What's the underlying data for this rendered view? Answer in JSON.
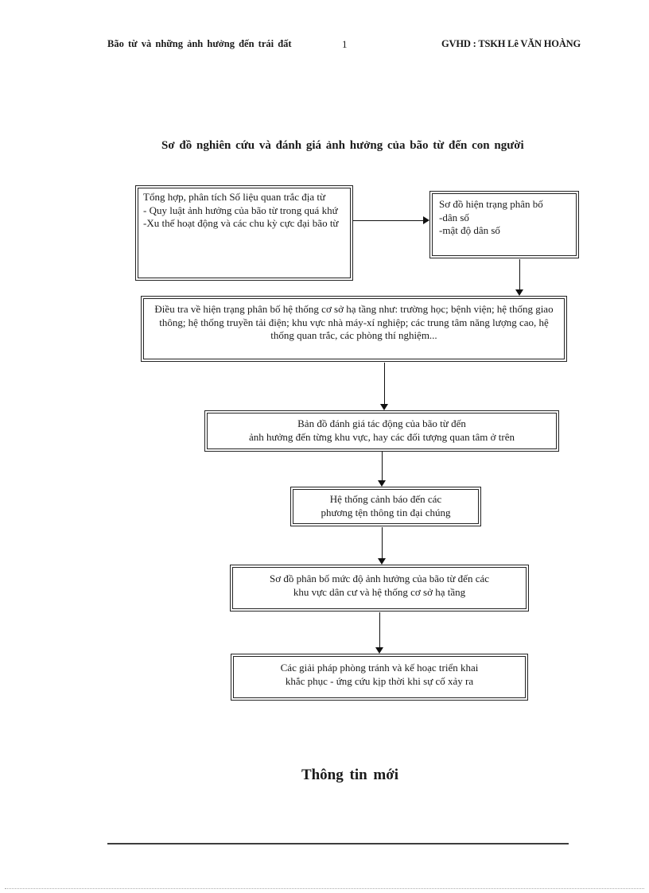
{
  "header": {
    "left": "Bão từ và những ảnh hưởng đến trái đất",
    "page_number": "1",
    "right": "GVHD : TSKH Lê VĂN HOÀNG"
  },
  "title": "Sơ đồ nghiên cứu và đánh giá ảnh hưởng của bão từ đến con người",
  "flowchart": {
    "boxes": [
      {
        "lines": [
          "Tổng hợp, phân tích Số liệu quan trắc địa từ",
          "- Quy luật ảnh hưởng của bão từ trong quá khứ",
          "-Xu thế hoạt động và các chu kỳ cực đại bão từ"
        ]
      },
      {
        "lines": [
          "Sơ đồ hiện trạng phân bố",
          "-dân số",
          "-mật độ dân số"
        ]
      },
      {
        "lines": [
          "Điều tra về hiện trạng phân bố hệ thống cơ sở hạ tầng như: trường học; bệnh viện; hệ thống giao thông; hệ thống truyền tải điện; khu vực nhà máy-xí nghiệp; các trung tâm năng lượng cao, hệ thống quan trắc, các phòng thí nghiệm..."
        ]
      },
      {
        "lines": [
          "Bản đồ đánh giá tác động của bão từ đến",
          "ảnh hưởng đến từng khu vực, hay các đối tượng quan tâm ở trên"
        ]
      },
      {
        "lines": [
          "Hệ thống cảnh báo đến các",
          "phương tện thông tin đại chúng"
        ]
      },
      {
        "lines": [
          "Sơ đồ phân bố mức độ ảnh hưởng của bão từ đến các",
          "khu vực dân cư và hệ thống cơ sở hạ tầng"
        ]
      },
      {
        "lines": [
          "Các giải pháp phòng tránh và kế hoạc triển khai",
          "khắc phục - ứng cứu kịp thời khi sự cố xảy ra"
        ]
      }
    ]
  },
  "section_heading": "Thông tin mới",
  "colors": {
    "box_border": "#232323",
    "text": "#1a1a1a",
    "rule": "#3d3d3d",
    "dotted_rule": "#a9a9a9"
  }
}
